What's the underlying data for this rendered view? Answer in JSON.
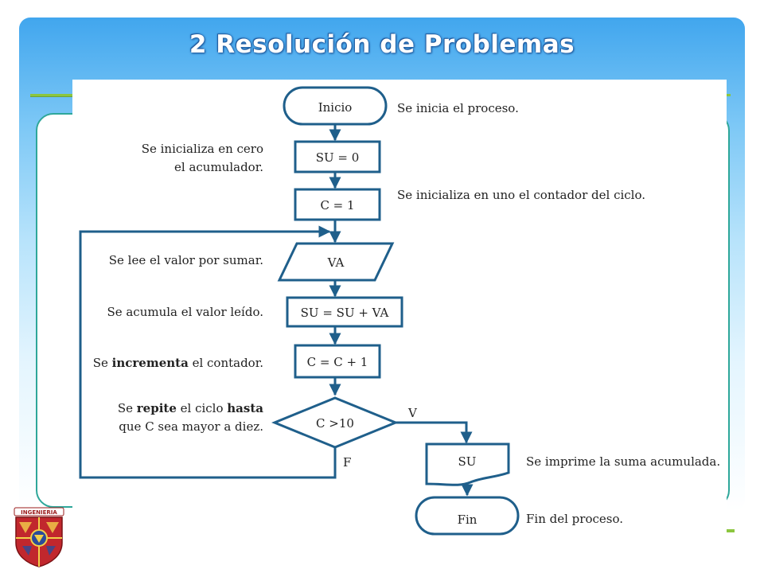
{
  "slide": {
    "title": "2 Resolución de Problemas"
  },
  "logo": {
    "text": "INGENIERIA",
    "icon": "unam-engineering-shield-icon"
  },
  "colors": {
    "header_blue": "#41a6ee",
    "frame_teal": "#2ea79a",
    "accent_green": "#8cc63f",
    "flow_blue": "#1f5f8b"
  },
  "flowchart": {
    "nodes": {
      "start": "Inicio",
      "init_su": "SU = 0",
      "init_c": "C = 1",
      "read_va": "VA",
      "accumulate": "SU = SU + VA",
      "increment": "C = C + 1",
      "decision": "C >10",
      "print_su": "SU",
      "end": "Fin"
    },
    "branch_labels": {
      "true": "V",
      "false": "F"
    },
    "notes": {
      "start": "Se inicia el proceso.",
      "init_su_line1": "Se inicializa en cero",
      "init_su_line2": "el acumulador.",
      "init_c": "Se inicializa en uno el contador del ciclo.",
      "read_va": "Se lee el valor por sumar.",
      "accumulate": "Se acumula el valor leído.",
      "increment_pre": "Se ",
      "increment_bold": "incrementa",
      "increment_post": " el contador.",
      "decision_pre": "Se ",
      "decision_bold1": "repite",
      "decision_mid": " el ciclo ",
      "decision_bold2": "hasta",
      "decision_line2": "que C sea mayor a diez.",
      "print_su": "Se imprime la suma acumulada.",
      "end": "Fin del proceso."
    }
  }
}
